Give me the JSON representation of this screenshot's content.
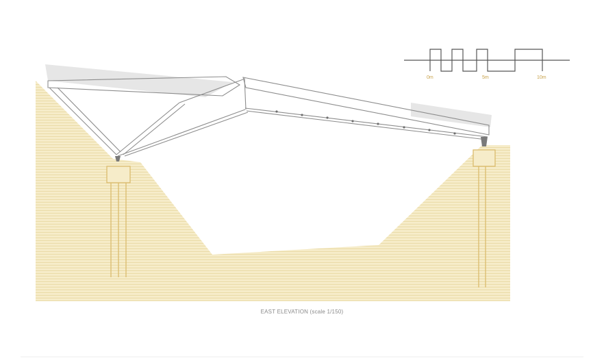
{
  "drawing": {
    "caption": "EAST ELEVATION (scale 1/150)",
    "scale_bar": {
      "labels": [
        "0m",
        "5m",
        "10m"
      ]
    }
  },
  "colors": {
    "ground_fill": "#f6ecc9",
    "ground_hatch": "#eadba7",
    "pile_stroke": "#d9b866",
    "structure_stroke": "#8c8c8c",
    "roof_shade": "#e6e6e6",
    "scale_stroke": "#555555",
    "scale_label": "#c9a24a"
  }
}
